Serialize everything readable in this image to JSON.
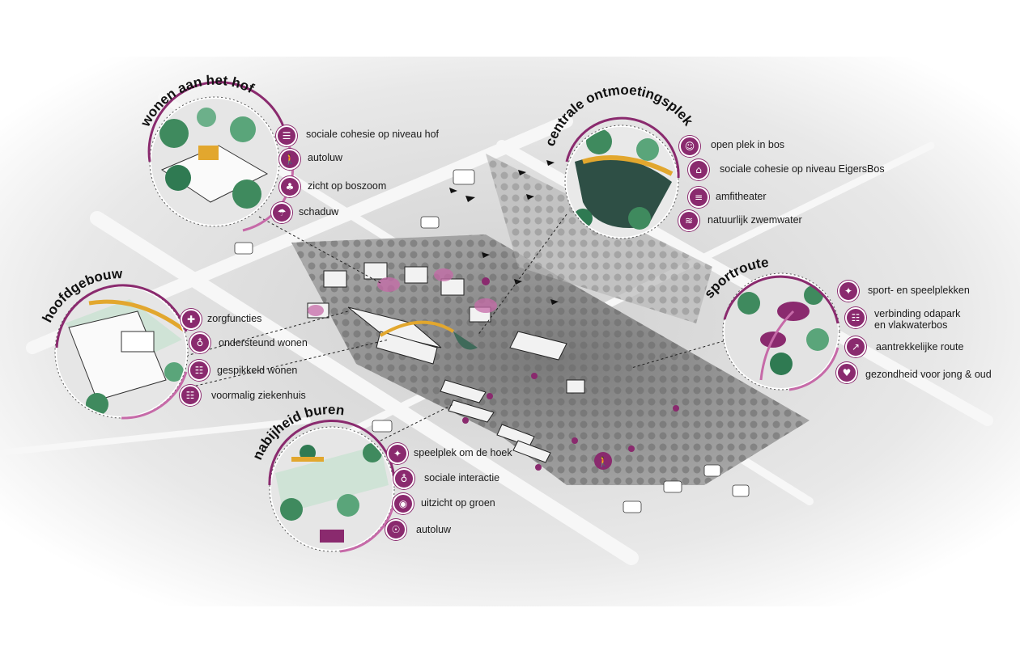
{
  "colors": {
    "accent": "#8a2a6e",
    "accent_light": "#c66aa8",
    "green": "#3f8a5e",
    "road": "#f4f4f4",
    "land": "#d9d9d9"
  },
  "bubbles": [
    {
      "id": "hof",
      "title": "wonen aan het hof",
      "items": [
        {
          "icon": "picnic-table-icon",
          "label": "sociale cohesie op niveau hof"
        },
        {
          "icon": "pedestrian-icon",
          "label": "autoluw"
        },
        {
          "icon": "tree-icon",
          "label": "zicht op boszoom"
        },
        {
          "icon": "shade-tree-icon",
          "label": "schaduw"
        }
      ]
    },
    {
      "id": "centrale",
      "title": "centrale ontmoetingsplek",
      "items": [
        {
          "icon": "group-icon",
          "label": "open plek in bos"
        },
        {
          "icon": "community-icon",
          "label": "sociale cohesie op niveau EigersBos"
        },
        {
          "icon": "amphitheater-icon",
          "label": "amfitheater"
        },
        {
          "icon": "swimmer-icon",
          "label": "natuurlijk zwemwater"
        }
      ]
    },
    {
      "id": "hoofdgebouw",
      "title": "hoofdgebouw",
      "items": [
        {
          "icon": "care-cross-icon",
          "label": "zorgfuncties"
        },
        {
          "icon": "supported-living-icon",
          "label": "ondersteund wonen"
        },
        {
          "icon": "mixed-living-icon",
          "label": "gespikkeld wonen"
        },
        {
          "icon": "hospital-icon",
          "label": "voormalig ziekenhuis"
        }
      ]
    },
    {
      "id": "sport",
      "title": "sportroute",
      "items": [
        {
          "icon": "play-icon",
          "label": "sport- en speelplekken"
        },
        {
          "icon": "connection-icon",
          "label": "verbinding odapark\nen vlakwaterbos"
        },
        {
          "icon": "route-arrow-icon",
          "label": "aantrekkelijke route"
        },
        {
          "icon": "heart-icon",
          "label": "gezondheid voor jong & oud"
        }
      ]
    },
    {
      "id": "buren",
      "title": "nabijheid buren",
      "items": [
        {
          "icon": "playground-icon",
          "label": "speelplek om de hoek"
        },
        {
          "icon": "people-icon",
          "label": "sociale interactie"
        },
        {
          "icon": "eye-icon",
          "label": "uitzicht op groen"
        },
        {
          "icon": "bicycle-icon",
          "label": "autoluw"
        }
      ]
    }
  ]
}
